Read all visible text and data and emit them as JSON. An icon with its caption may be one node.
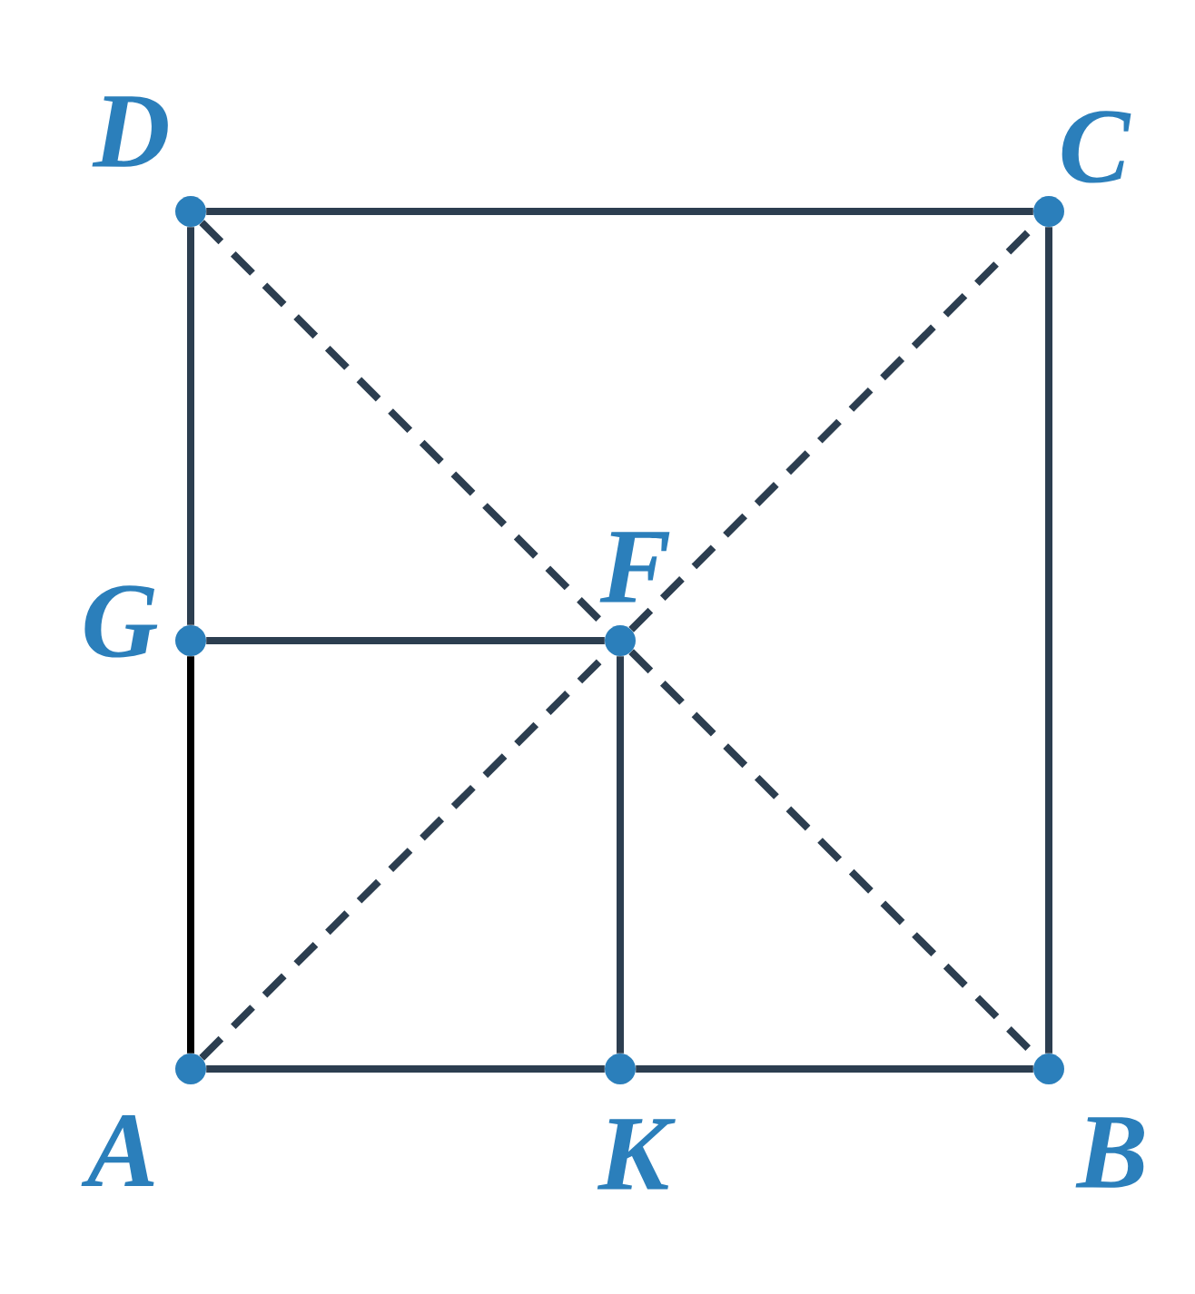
{
  "diagram": {
    "nodes": [
      {
        "text": [],
        "shape": "circle",
        "beside": [
          "D"
        ]
      },
      {
        "text": [],
        "shape": "circle",
        "beside": [
          "C"
        ]
      },
      {
        "text": [],
        "shape": "circle",
        "beside": [
          "G"
        ]
      },
      {
        "text": [],
        "shape": "circle",
        "beside": [
          "F"
        ]
      },
      {
        "text": [],
        "shape": "circle",
        "beside": [
          "A"
        ]
      },
      {
        "text": [],
        "shape": "circle",
        "beside": [
          "K"
        ]
      },
      {
        "text": [],
        "shape": "circle",
        "beside": [
          "B"
        ]
      }
    ],
    "edges": [
      {
        "from": 0,
        "to": 1,
        "arrow": "none"
      },
      {
        "from": 1,
        "to": 6,
        "arrow": "none"
      },
      {
        "from": 6,
        "to": 5,
        "arrow": "none"
      },
      {
        "from": 5,
        "to": 4,
        "arrow": "none"
      },
      {
        "from": 4,
        "to": 2,
        "arrow": "none",
        "color": "#000000"
      },
      {
        "from": 2,
        "to": 0,
        "arrow": "none"
      },
      {
        "from": 2,
        "to": 3,
        "arrow": "none"
      },
      {
        "from": 3,
        "to": 5,
        "arrow": "none"
      },
      {
        "from": 0,
        "to": 3,
        "arrow": "none",
        "style": "dashed"
      },
      {
        "from": 3,
        "to": 6,
        "arrow": "none",
        "style": "dashed"
      },
      {
        "from": 4,
        "to": 3,
        "arrow": "none",
        "style": "dashed"
      },
      {
        "from": 3,
        "to": 1,
        "arrow": "none",
        "style": "dashed"
      }
    ]
  }
}
